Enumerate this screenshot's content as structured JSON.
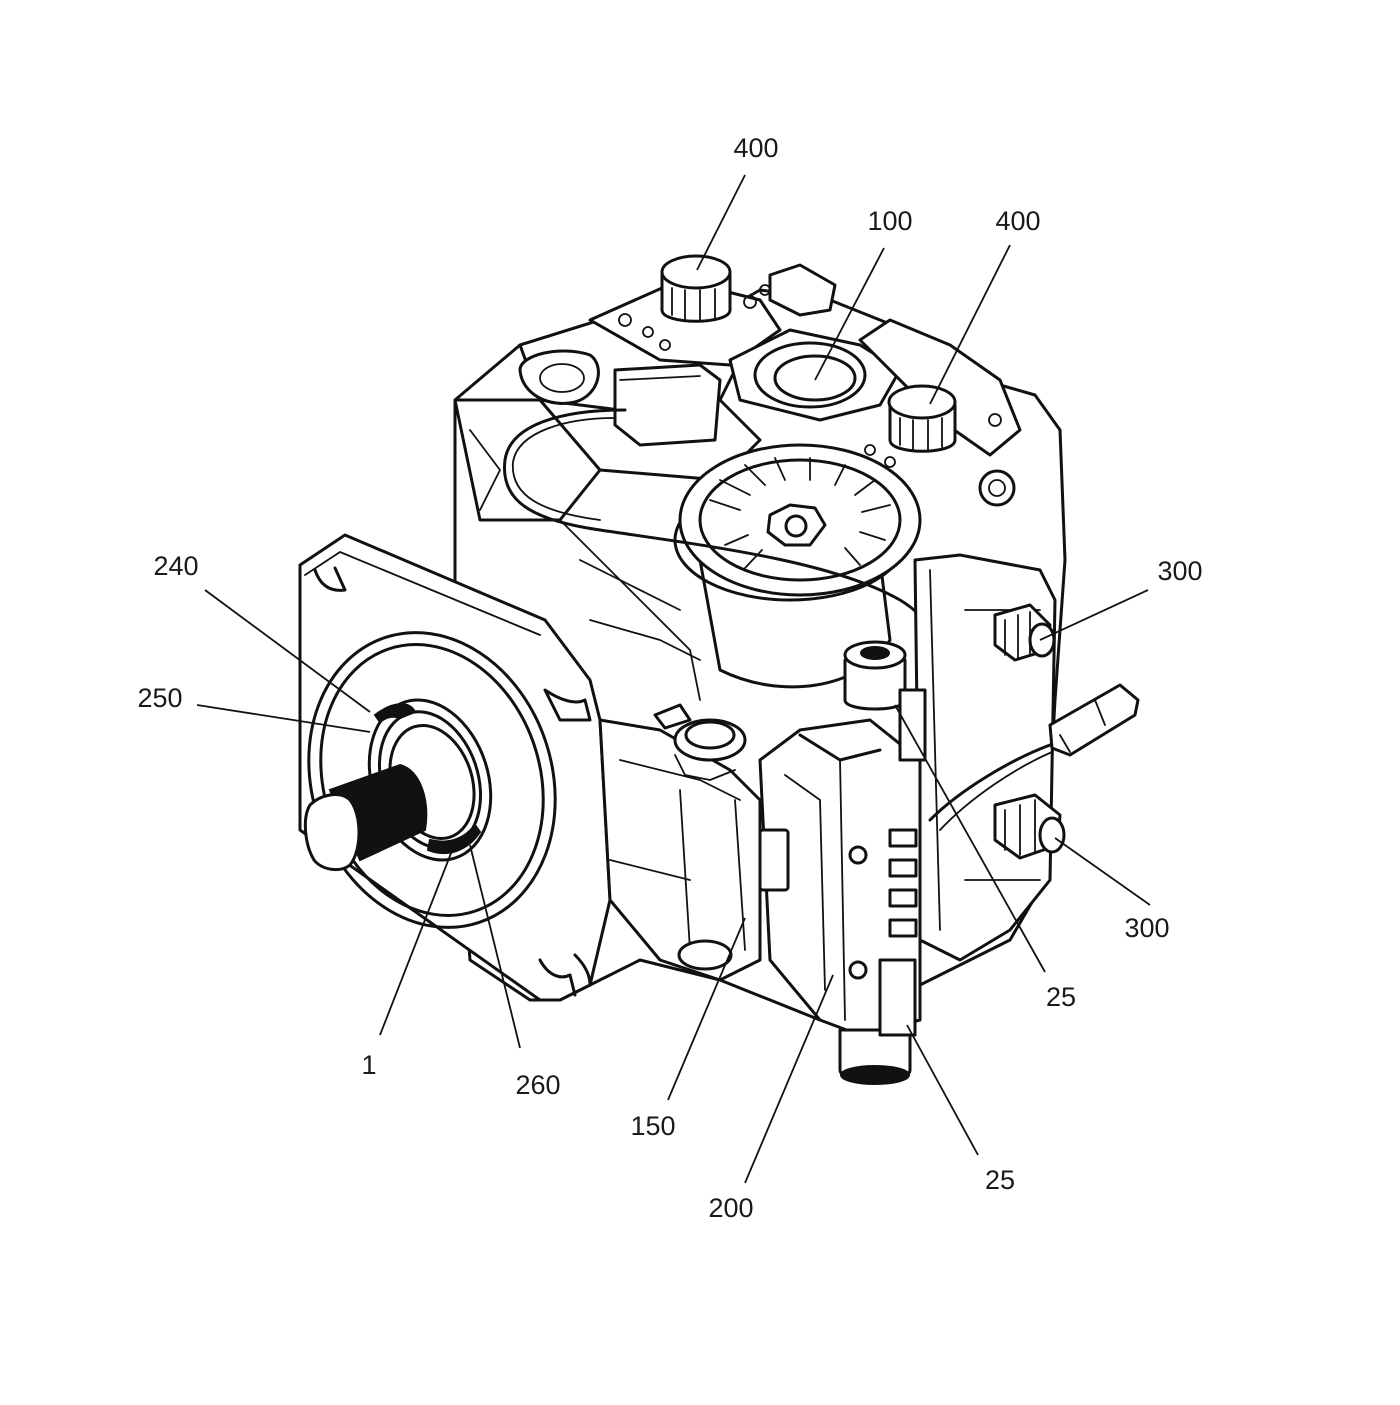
{
  "figure": {
    "labels": [
      {
        "id": "label-400-left",
        "text": "400"
      },
      {
        "id": "label-100",
        "text": "100"
      },
      {
        "id": "label-400-right",
        "text": "400"
      },
      {
        "id": "label-240",
        "text": "240"
      },
      {
        "id": "label-250",
        "text": "250"
      },
      {
        "id": "label-300-upper",
        "text": "300"
      },
      {
        "id": "label-300-lower",
        "text": "300"
      },
      {
        "id": "label-25-upper",
        "text": "25"
      },
      {
        "id": "label-1",
        "text": "1"
      },
      {
        "id": "label-260",
        "text": "260"
      },
      {
        "id": "label-150",
        "text": "150"
      },
      {
        "id": "label-200",
        "text": "200"
      },
      {
        "id": "label-25-lower",
        "text": "25"
      }
    ]
  }
}
